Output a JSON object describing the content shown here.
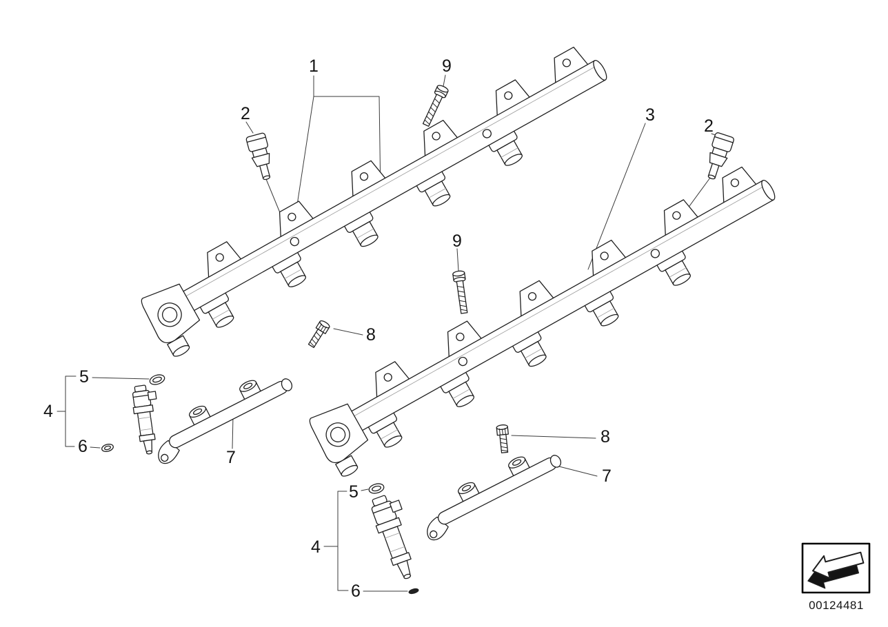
{
  "colors": {
    "line": "#1f1f1f",
    "background": "#ffffff",
    "label": "#141414"
  },
  "icons": {
    "direction_arrow": "thick-left-arrow"
  },
  "callouts": [
    {
      "label": "1"
    },
    {
      "label": "9"
    },
    {
      "label": "2"
    },
    {
      "label": "3"
    },
    {
      "label": "2"
    },
    {
      "label": "9"
    },
    {
      "label": "8"
    },
    {
      "label": "5"
    },
    {
      "label": "4"
    },
    {
      "label": "6"
    },
    {
      "label": "7"
    },
    {
      "label": "8"
    },
    {
      "label": "7"
    },
    {
      "label": "5"
    },
    {
      "label": "4"
    },
    {
      "label": "6"
    }
  ],
  "plate": {
    "part_number": "00124481"
  }
}
